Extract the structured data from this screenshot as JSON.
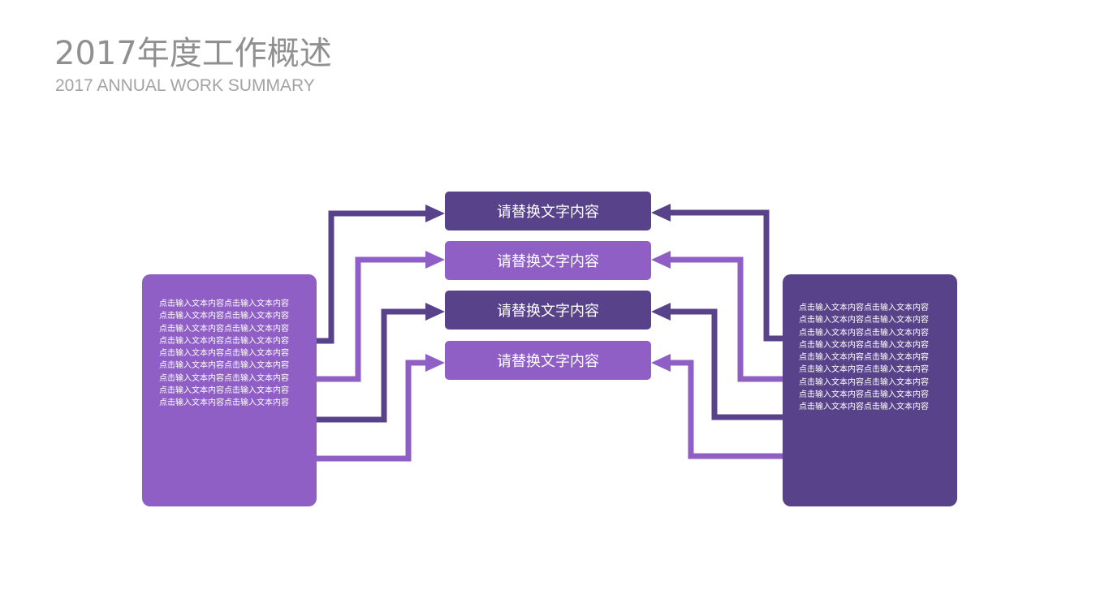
{
  "header": {
    "title": "2017年度工作概述",
    "subtitle": "2017 ANNUAL WORK SUMMARY"
  },
  "colors": {
    "dark": "#58438a",
    "light": "#8f5fc6"
  },
  "left_box": {
    "lines": [
      "点击输入文本内容点击输入文本内容",
      "点击输入文本内容点击输入文本内容",
      "点击输入文本内容点击输入文本内容",
      "点击输入文本内容点击输入文本内容",
      "点击输入文本内容点击输入文本内容",
      "点击输入文本内容点击输入文本内容",
      "点击输入文本内容点击输入文本内容",
      "点击输入文本内容点击输入文本内容",
      "点击输入文本内容点击输入文本内容"
    ]
  },
  "right_box": {
    "lines": [
      "点击输入文本内容点击输入文本内容",
      "点击输入文本内容点击输入文本内容",
      "点击输入文本内容点击输入文本内容",
      "点击输入文本内容点击输入文本内容",
      "点击输入文本内容点击输入文本内容",
      "点击输入文本内容点击输入文本内容",
      "点击输入文本内容点击输入文本内容",
      "点击输入文本内容点击输入文本内容",
      "点击输入文本内容点击输入文本内容"
    ]
  },
  "labels": [
    "请替换文字内容",
    "请替换文字内容",
    "请替换文字内容",
    "请替换文字内容"
  ]
}
